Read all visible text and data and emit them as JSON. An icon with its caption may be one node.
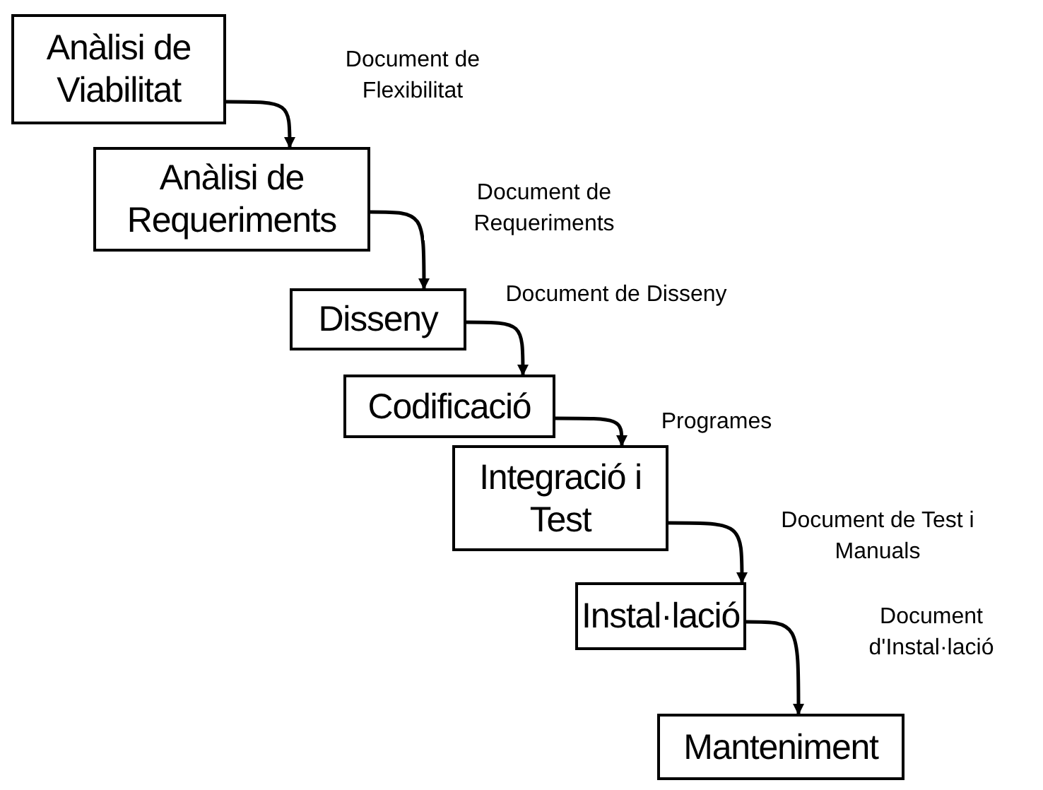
{
  "diagram": {
    "nodes": [
      {
        "text": [
          "Anàlisi de Viabilitat"
        ]
      },
      {
        "text": [
          "Anàlisi de Requeriments"
        ]
      },
      {
        "text": [
          "Disseny"
        ]
      },
      {
        "text": [
          "Codificació"
        ]
      },
      {
        "text": [
          "Integració i Test"
        ]
      },
      {
        "text": [
          "Instal·lació"
        ]
      },
      {
        "text": [
          "Manteniment"
        ]
      }
    ],
    "edges": [
      {
        "from": 0,
        "to": 1,
        "arrow": "to",
        "label": "Document de Flexibilitat"
      },
      {
        "from": 1,
        "to": 2,
        "arrow": "to",
        "label": "Document de Requeriments"
      },
      {
        "from": 2,
        "to": 3,
        "arrow": "to",
        "label": "Document de Disseny"
      },
      {
        "from": 3,
        "to": 4,
        "arrow": "to",
        "label": "Programes"
      },
      {
        "from": 4,
        "to": 5,
        "arrow": "to",
        "label": "Document de Test i Manuals"
      },
      {
        "from": 5,
        "to": 6,
        "arrow": "to",
        "label": "Document d'Instal·lació"
      }
    ]
  }
}
